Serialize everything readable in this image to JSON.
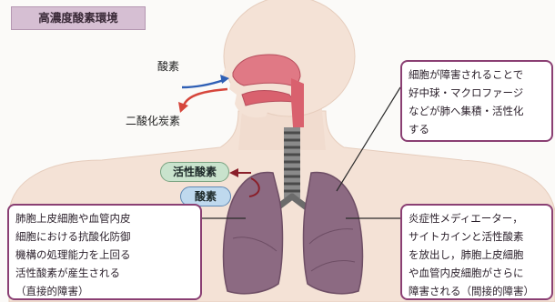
{
  "title": "高濃度酸素環境",
  "labels": {
    "oxygen_in": "酸素",
    "co2_out": "二酸化炭素",
    "ros_pill": "活性酸素",
    "o2_pill": "酸素"
  },
  "callout_right_top": [
    "細胞が障害されることで",
    "好中球・マクロファージ",
    "などが肺へ集積・活性化",
    "する"
  ],
  "callout_left_bottom": [
    "肺胞上皮細胞や血管内皮",
    "細胞における抗酸化防御",
    "機構の処理能力を上回る",
    "活性酸素が産生される",
    "（直接的障害）"
  ],
  "callout_right_bottom": [
    "炎症性メディエーター，",
    "サイトカインと活性酸素",
    "を放出し，肺胞上皮細胞",
    "や血管内皮細胞がさらに",
    "障害される（間接的障害）"
  ],
  "colors": {
    "body": "#f4e2d6",
    "lung": "#8c6a82",
    "airway": "#d06473",
    "in_arrow": "#2f5fb5",
    "out_arrow": "#d6463c",
    "ros_pill": "#c9e3cd",
    "o2_pill": "#bfd9ee",
    "callout_border": "#8a3f73",
    "title_bg": "#d6bfd3"
  }
}
